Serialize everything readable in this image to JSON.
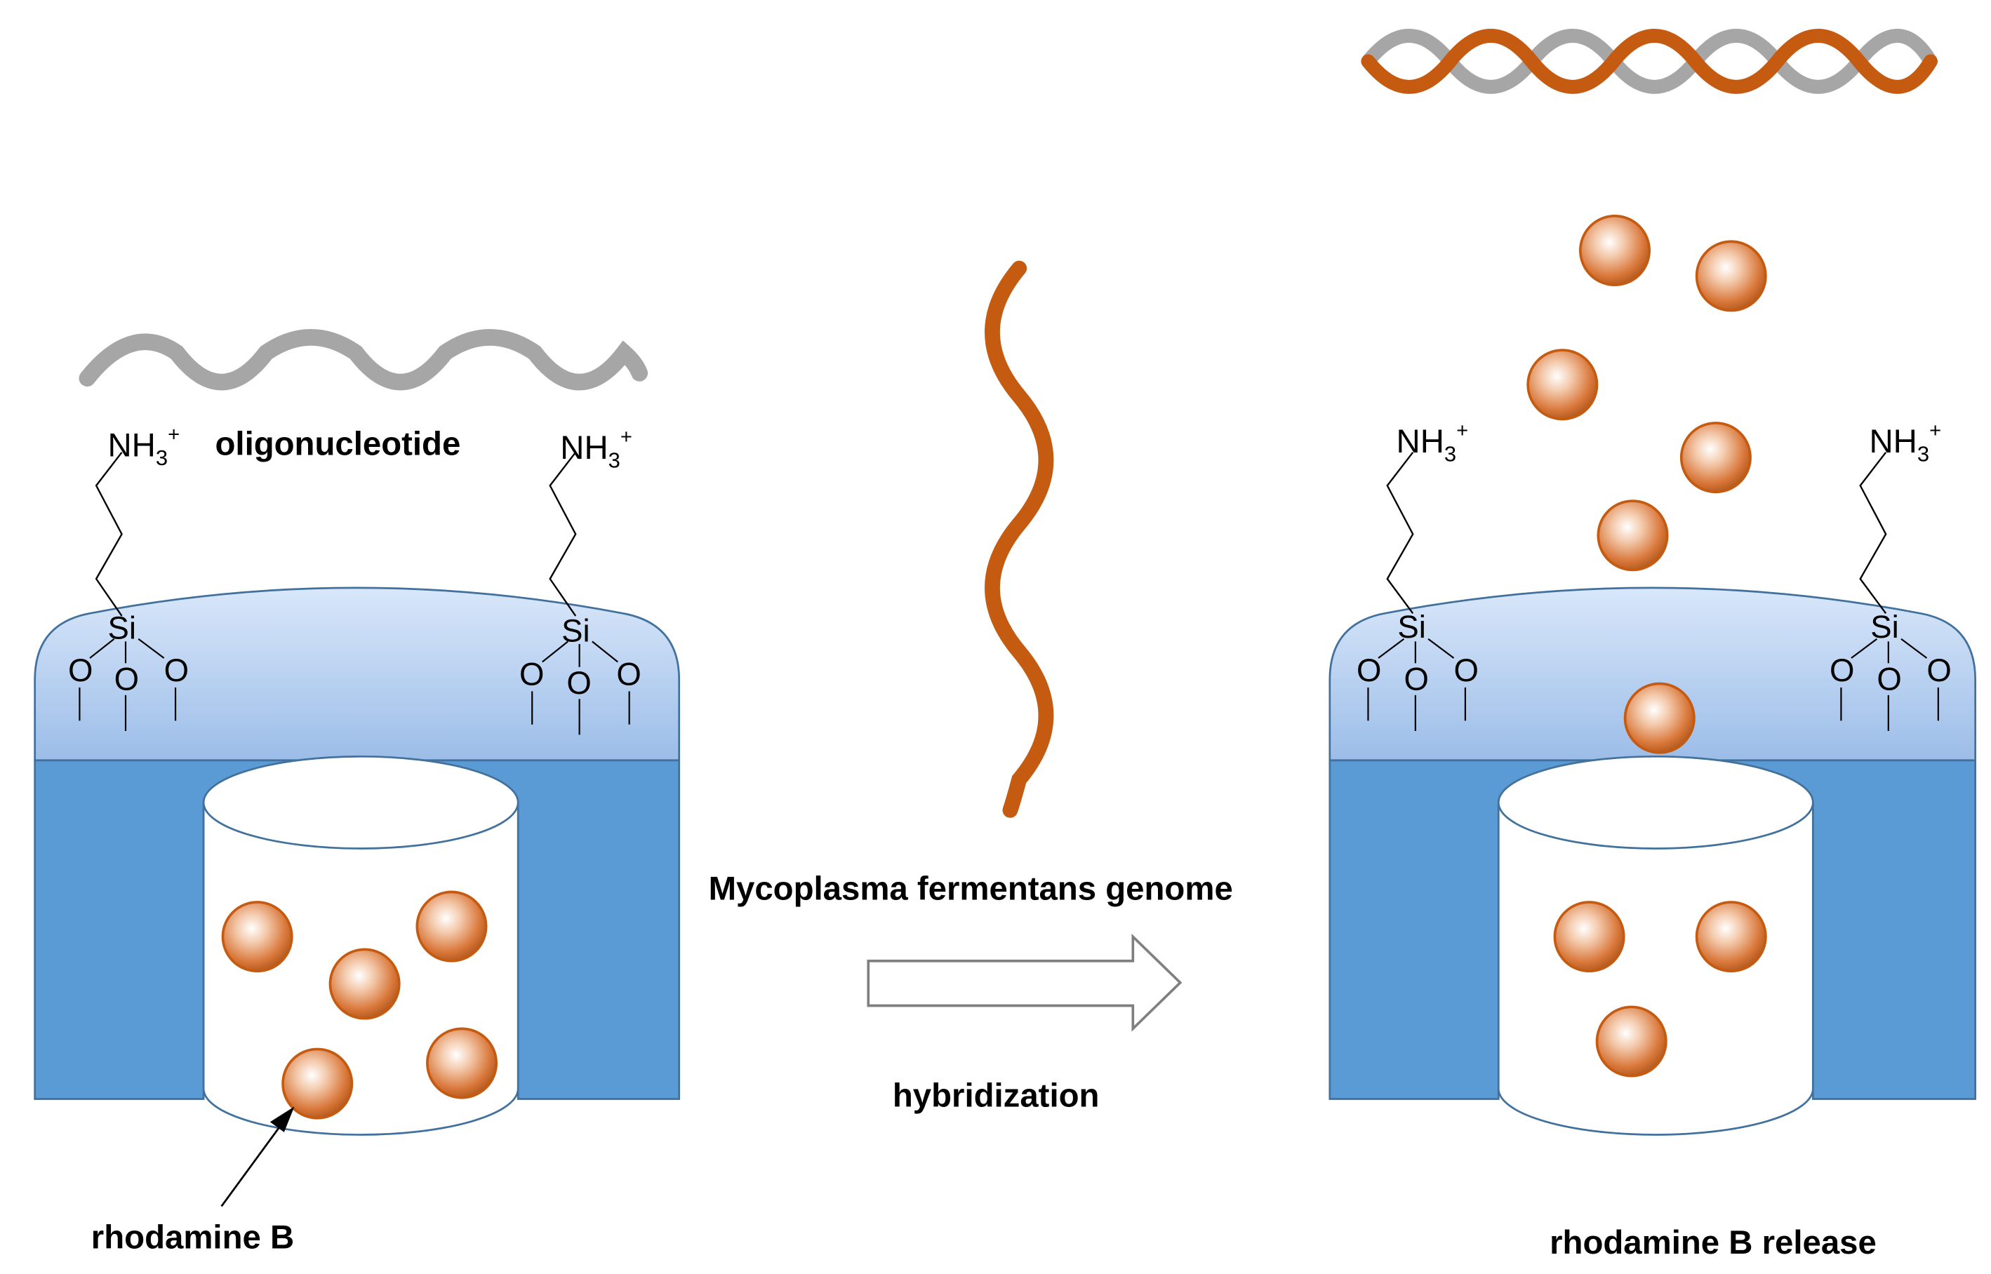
{
  "labels": {
    "oligonucleotide": "oligonucleotide",
    "genome": "Mycoplasma fermentans genome",
    "hybridization": "hybridization",
    "rhodamine": "rhodamine B",
    "release": "rhodamine B release"
  },
  "chem": {
    "amine": "NH",
    "amine_sub": "3",
    "amine_sup": "+",
    "silicon": "Si",
    "oxygen": "O"
  },
  "colors": {
    "cap_light": "#c6dbf7",
    "cap_dark": "#9cbde8",
    "body_blue": "#5b9bd5",
    "outline": "#41719c",
    "strand_gray": "#a6a6a6",
    "strand_orange": "#c55a11",
    "sphere_fill": "#d9773a"
  }
}
